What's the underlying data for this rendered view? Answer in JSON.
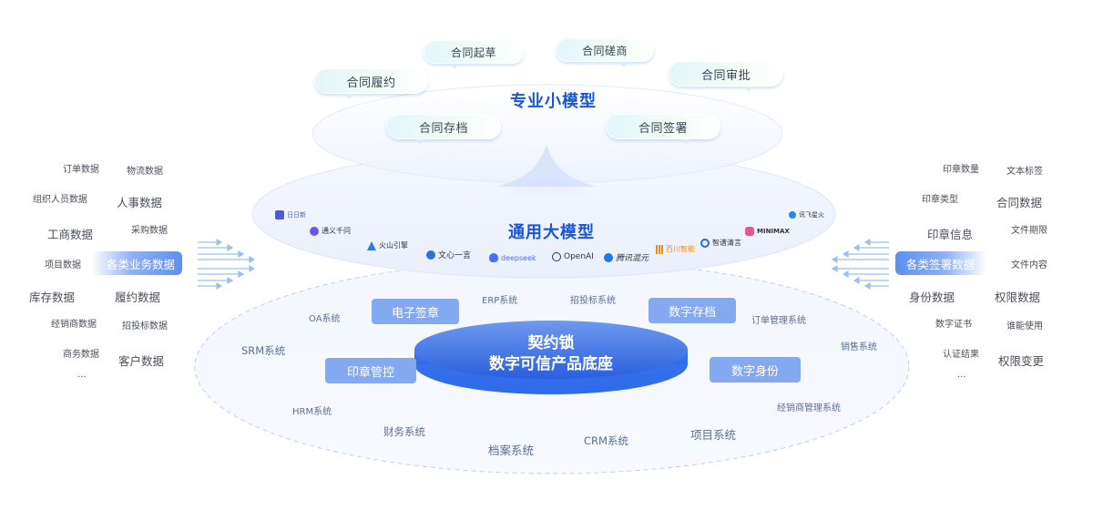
{
  "diagram": {
    "top_layer": {
      "title": "专业小模型",
      "bubbles": [
        "合同起草",
        "合同磋商",
        "合同履约",
        "合同审批",
        "合同存档",
        "合同签署"
      ]
    },
    "middle_layer": {
      "title": "通用大模型",
      "models": [
        {
          "name": "日日新",
          "icon": "sensenova-logo-icon",
          "color": "#4a5bd8"
        },
        {
          "name": "通义千问",
          "icon": "tongyi-logo-icon",
          "color": "#6e56e6"
        },
        {
          "name": "火山引擎",
          "icon": "volcengine-logo-icon",
          "color": "#2a7be6"
        },
        {
          "name": "文心一言",
          "icon": "wenxin-logo-icon",
          "color": "#2f6fe0"
        },
        {
          "name": "deepseek",
          "icon": "deepseek-whale-icon",
          "color": "#4d6bfe"
        },
        {
          "name": "OpenAI",
          "icon": "openai-logo-icon",
          "color": "#333333"
        },
        {
          "name": "腾讯混元",
          "icon": "hunyuan-logo-icon",
          "color": "#1c7ae8"
        },
        {
          "name": "百川智能",
          "icon": "baichuan-logo-icon",
          "color": "#f08a1c"
        },
        {
          "name": "智谱清言",
          "icon": "zhipu-logo-icon",
          "color": "#2b66e0"
        },
        {
          "name": "MINIMAX",
          "icon": "minimax-logo-icon",
          "color": "#e25a8a"
        },
        {
          "name": "讯飞星火",
          "icon": "spark-logo-icon",
          "color": "#1f8ae8"
        }
      ]
    },
    "left_data": {
      "highlight": "各类业务数据",
      "items": [
        "订单数据",
        "物流数据",
        "组织人员数据",
        "人事数据",
        "工商数据",
        "采购数据",
        "项目数据",
        "库存数据",
        "履约数据",
        "经销商数据",
        "招投标数据",
        "商务数据",
        "客户数据",
        "..."
      ]
    },
    "right_data": {
      "highlight": "各类签署数据",
      "items": [
        "印章数量",
        "文本标签",
        "印章类型",
        "合同数据",
        "印章信息",
        "文件期限",
        "文件内容",
        "身份数据",
        "权限数据",
        "数字证书",
        "谁能使用",
        "认证结果",
        "权限变更",
        "..."
      ]
    },
    "base_layer": {
      "core_line1": "契约锁",
      "core_line2": "数字可信产品底座",
      "modules": [
        "电子签章",
        "数字存档",
        "印章管控",
        "数字身份"
      ],
      "systems": [
        "OA系统",
        "ERP系统",
        "招投标系统",
        "订单管理系统",
        "SRM系统",
        "销售系统",
        "HRM系统",
        "经销商管理系统",
        "财务系统",
        "项目系统",
        "档案系统",
        "CRM系统"
      ]
    },
    "colors": {
      "title_blue": "#1a56d6",
      "core_blue": "#2f6fe8",
      "module_blue": "#83a9f0",
      "ellipse_fill": "#eef3fd"
    }
  }
}
